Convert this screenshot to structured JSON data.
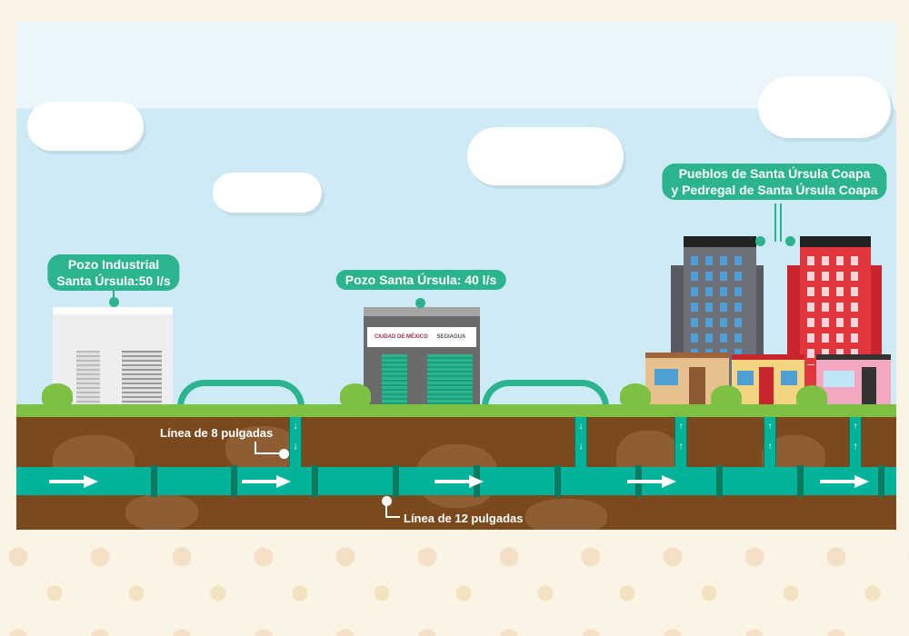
{
  "labels": {
    "pozo_industrial_line1": "Pozo Industrial",
    "pozo_industrial_line2": "Santa Úrsula:50 l/s",
    "pozo_santa_ursula": "Pozo Santa Úrsula: 40 l/s",
    "pueblos_line1": "Pueblos de Santa Úrsula Coapa",
    "pueblos_line2": "y Pedregal de Santa Úrsula Coapa",
    "linea_8": "Línea de 8 pulgadas",
    "linea_12": "Línea de 12 pulgadas"
  },
  "sign": {
    "left": "CIUDAD DE MÉXICO",
    "right": "SEGIAGUA"
  },
  "colors": {
    "pipe": "#00b39a",
    "label": "#2bb48e",
    "soil": "#7a4a1e",
    "grass": "#7cc142"
  }
}
